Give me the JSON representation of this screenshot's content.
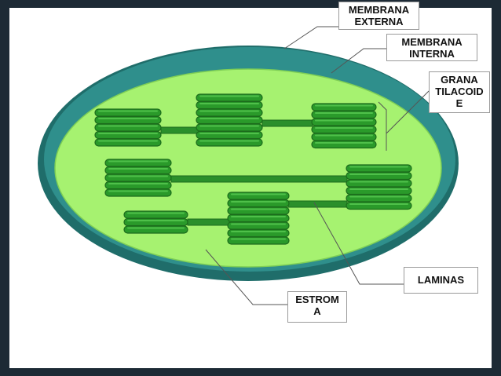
{
  "labels": {
    "membrana_externa": [
      "MEMBRANA",
      "EXTERNA"
    ],
    "membrana_interna": [
      "MEMBRANA",
      "INTERNA"
    ],
    "grana_tilacoide": [
      "GRANA",
      "TILACOID",
      "E"
    ],
    "laminas": [
      "LAMINAS"
    ],
    "estroma": [
      "ESTROM",
      "A"
    ]
  },
  "colors": {
    "outer_membrane": "#2f8f8c",
    "outer_membrane_edge": "#1f6d6a",
    "stroma": "#a6f270",
    "thylakoid": "#2a9a2a",
    "thylakoid_edge": "#1c6b1c",
    "lamella": "#2b8f2b",
    "background": "#1d2a35",
    "frame": "#ffffff",
    "leader_line": "#555555"
  }
}
